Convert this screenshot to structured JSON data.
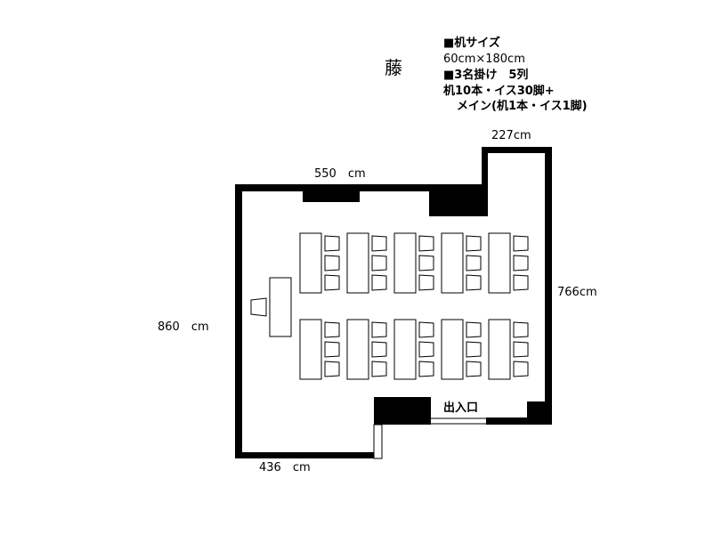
{
  "room": {
    "name": "藤"
  },
  "spec": {
    "line1": "■机サイズ",
    "line2": "60cm×180cm",
    "line3": "■3名掛け　5列",
    "line4": "机10本・イス30脚+",
    "line5": "メイン(机1本・イス1脚)"
  },
  "dimensions": {
    "top": "550　cm",
    "notch_top": "227cm",
    "right": "766cm",
    "left": "860　cm",
    "bottom": "436　cm"
  },
  "entrance": {
    "label": "出入口"
  }
}
